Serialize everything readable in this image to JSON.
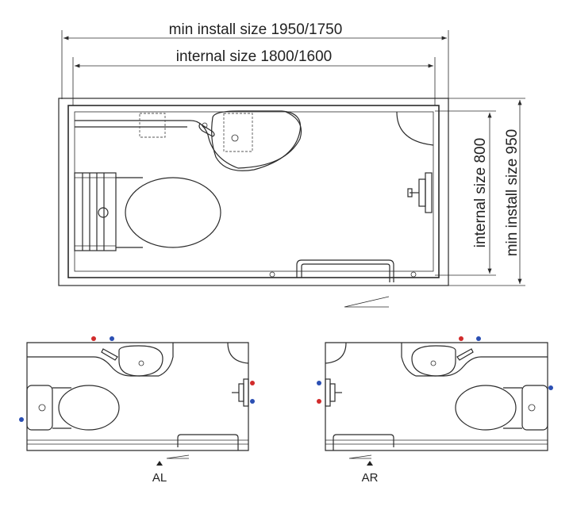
{
  "main_plan": {
    "dim_min_install_horizontal": "min install size 1950/1750",
    "dim_internal_horizontal": "internal size 1800/1600",
    "dim_internal_vertical": "internal size 800",
    "dim_min_install_vertical": "min install size 950"
  },
  "variants": {
    "left_label": "AL",
    "right_label": "AR"
  },
  "colors": {
    "hot": "#d12b2b",
    "cold": "#2b4fb3"
  }
}
